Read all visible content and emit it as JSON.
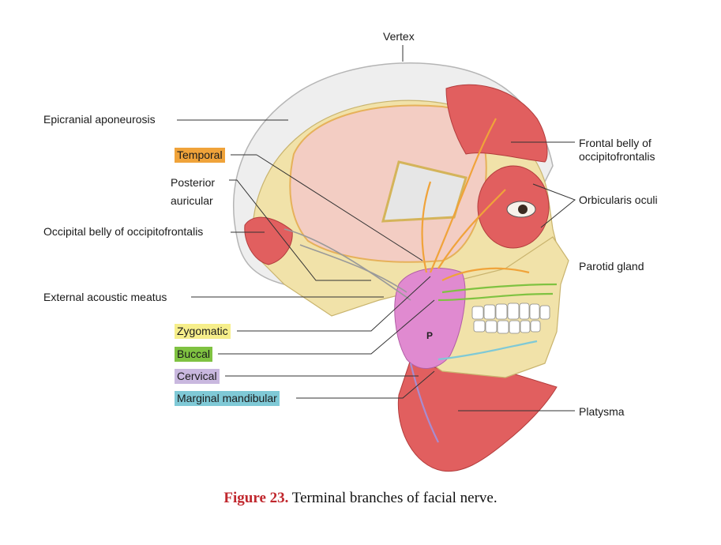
{
  "labels": {
    "vertex": "Vertex",
    "epicranial": "Epicranial aponeurosis",
    "temporal": "Temporal",
    "posterior_line1": "Posterior",
    "posterior_line2": "auricular",
    "occipital_belly": "Occipital belly of occipitofrontalis",
    "external_meatus": "External acoustic meatus",
    "zygomatic": "Zygomatic",
    "buccal": "Buccal",
    "cervical": "Cervical",
    "marginal": "Marginal mandibular",
    "frontal_line1": "Frontal belly of",
    "frontal_line2": "occipitofrontalis",
    "orbicularis": "Orbicularis oculi",
    "parotid": "Parotid gland",
    "platysma": "Platysma",
    "p_mark": "P"
  },
  "caption": {
    "figure": "Figure 23.",
    "text": " Terminal branches of facial nerve."
  },
  "colors": {
    "temporal": "#f0a33a",
    "zygomatic": "#f6ee8a",
    "buccal": "#7fc241",
    "cervical": "#c9b8df",
    "marginal": "#7fc9d6",
    "muscle": "#e0595a",
    "bone": "#f2e2a8",
    "gland": "#e28ad0",
    "nerve": "#f0a33a"
  }
}
